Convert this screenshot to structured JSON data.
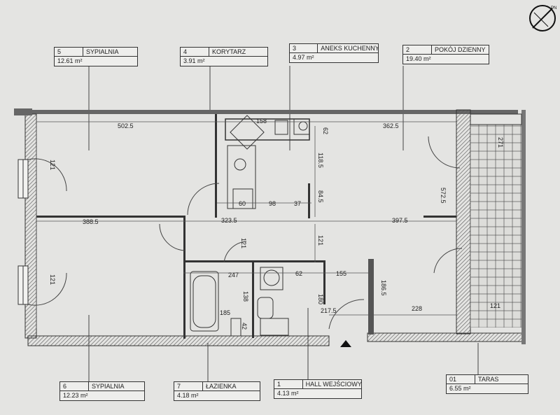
{
  "rooms": {
    "r5": {
      "number": "5",
      "name": "SYPIALNIA",
      "area": "12.61 m²"
    },
    "r4": {
      "number": "4",
      "name": "KORYTARZ",
      "area": "3.91 m²"
    },
    "r3": {
      "number": "3",
      "name": "ANEKS KUCHENNY",
      "area": "4.97 m²"
    },
    "r2": {
      "number": "2",
      "name": "POKÓJ DZIENNY",
      "area": "19.40 m²"
    },
    "r6": {
      "number": "6",
      "name": "SYPIALNIA",
      "area": "12.23 m²"
    },
    "r7": {
      "number": "7",
      "name": "ŁAZIENKA",
      "area": "4.18 m²"
    },
    "r1": {
      "number": "1",
      "name": "HALL WEJŚCIOWY",
      "area": "4.13 m²"
    },
    "r01": {
      "number": "01",
      "name": "TARAS",
      "area": "6.55 m²"
    }
  },
  "north_label": "PN",
  "dimensions": {
    "d502_5": "502.5",
    "d158": "158",
    "d362_5": "362.5",
    "d62a": "62",
    "d118_5": "118.5",
    "d84_5": "84.5",
    "d60": "60",
    "d98": "98",
    "d37": "37",
    "d388_5": "388.5",
    "d323_5": "323.5",
    "d397_5": "397.5",
    "d121a": "121",
    "d121b": "121",
    "d247": "247",
    "d62b": "62",
    "d155": "155",
    "d138": "138",
    "d180": "180",
    "d186_5": "186.5",
    "d185": "185",
    "d217_5": "217.5",
    "d228": "228",
    "d121c": "121",
    "d42": "42",
    "d572_5": "572.5",
    "d121d": "121",
    "d121e": "121",
    "d271": "271"
  }
}
